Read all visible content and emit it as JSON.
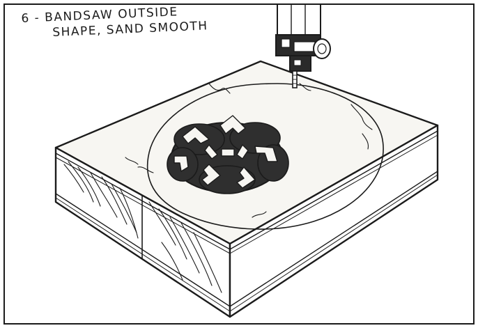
{
  "caption": {
    "line_1": "6 - BANDSAW OUTSIDE",
    "line_2": "SHAPE, SAND SMOOTH"
  },
  "colors": {
    "ink": "#1b1b1b",
    "paper": "#ffffff",
    "wood_top": "#f7f6f2",
    "inlay_dark": "#2f2f2f"
  },
  "icons": {
    "illustration": "bandsaw-cutting-block-drawing"
  }
}
